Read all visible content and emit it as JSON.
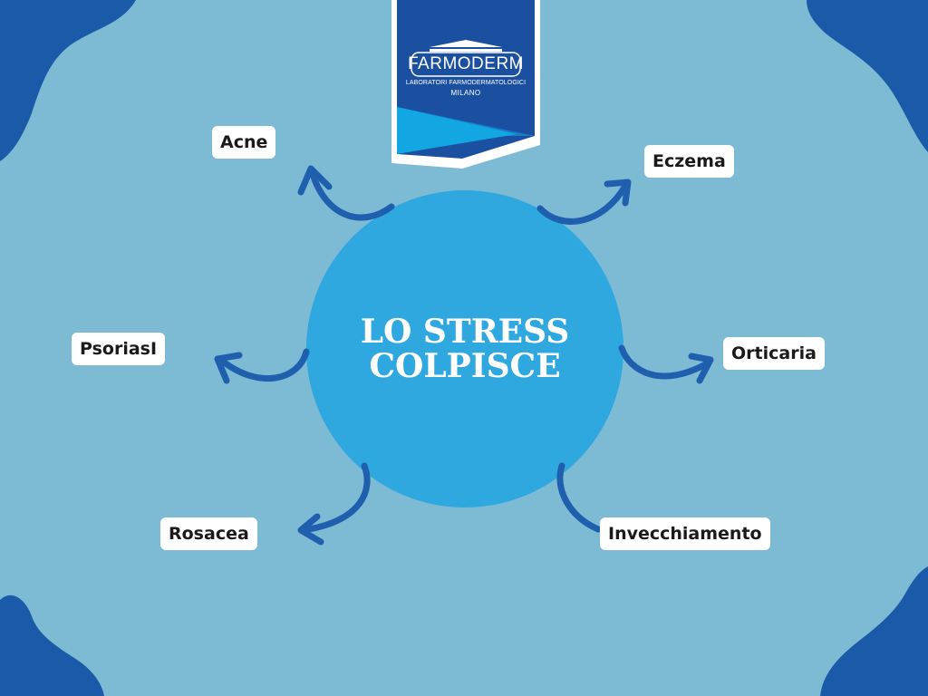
{
  "logo": {
    "brand": "FARMODERM",
    "line1": "LABORATORI FARMODERMATOLOGICI",
    "line2": "MILANO"
  },
  "center": {
    "title": "LO STRESS\nCOLPISCE"
  },
  "conditions": [
    "Acne",
    "Eczema",
    "PsoriasI",
    "Orticaria",
    "Rosacea",
    "Invecchiamento"
  ],
  "colors": {
    "background": "#7dbad3",
    "circle": "#2fa8e0",
    "corner_blob": "#1b5aa8",
    "arrow": "#1f5fae",
    "label_bg": "#ffffff",
    "logo_blue": "#1b4fa0",
    "logo_light": "#12a6e3"
  }
}
